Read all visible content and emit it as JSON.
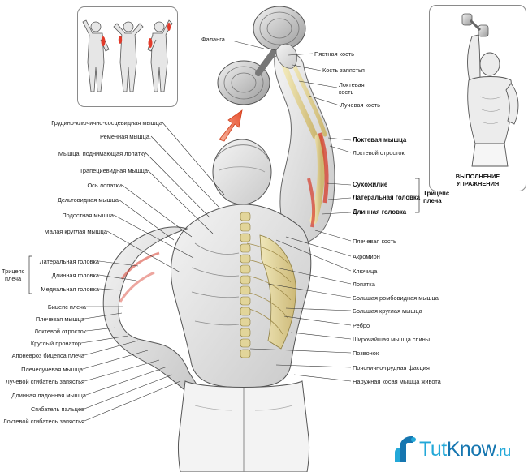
{
  "site": {
    "name_a": "Tut",
    "name_b": "Know",
    "name_c": ".ru"
  },
  "inset_right": {
    "caption": "ВЫПОЛНЕНИЕ УПРАЖНЕНИЯ"
  },
  "labels_top": {
    "phalanx": "Фаланга",
    "metacarpal": "Пястная кость",
    "carpal": "Кость запястья",
    "ulna": "Локтевая кость",
    "radius": "Лучевая кость"
  },
  "labels_left": [
    "Грудино-ключично-сосцевидная мышца",
    "Ременная мышца.",
    "Мышца, поднимающая лопатку",
    "Трапециевидная мышца",
    "Ось лопатки",
    "Дельтовидная мышца",
    "Подостная мышца",
    "Малая круглая мышца",
    "Латеральная головка",
    "Длинная головка",
    "Медиальная головка",
    "Бицепс плеча",
    "Плечевая мышца",
    "Локтевой отросток",
    "Круглый пронатор",
    "Апоневроз бицепса плеча",
    "Плечелучевая мышца",
    "Лучевой сгибатель запястья",
    "Длинная ладонная мышца",
    "Сгибатель пальцев",
    "Локтевой сгибатель запястья"
  ],
  "triceps_left": {
    "line1": "Трицепс",
    "line2": "плеча"
  },
  "labels_right_bold": {
    "anconeus": "Локтевая мышца",
    "tendon": "Сухожилие",
    "lateral_head": "Латеральная головка",
    "long_head": "Длинная головка"
  },
  "olecranon_right": "Локтевой отросток",
  "triceps_right": {
    "line1": "Трицепс",
    "line2": "плеча"
  },
  "labels_right": [
    "Плечевая кость",
    "Акромион",
    "Ключица",
    "Лопатка",
    "Большая ромбовидная мышца",
    "Большая круглая мышца",
    "Ребро",
    "Широчайшая мышца спины",
    "Позвонок",
    "Пояснично-грудная фасция",
    "Наружная косая мышца живота"
  ],
  "colors": {
    "muscle": "#e4e4e4",
    "bone": "#e8dca0",
    "red": "#e23a2a",
    "arrow": "#e8502e",
    "logo_dark": "#1676b0",
    "logo_light": "#23a8d8"
  }
}
